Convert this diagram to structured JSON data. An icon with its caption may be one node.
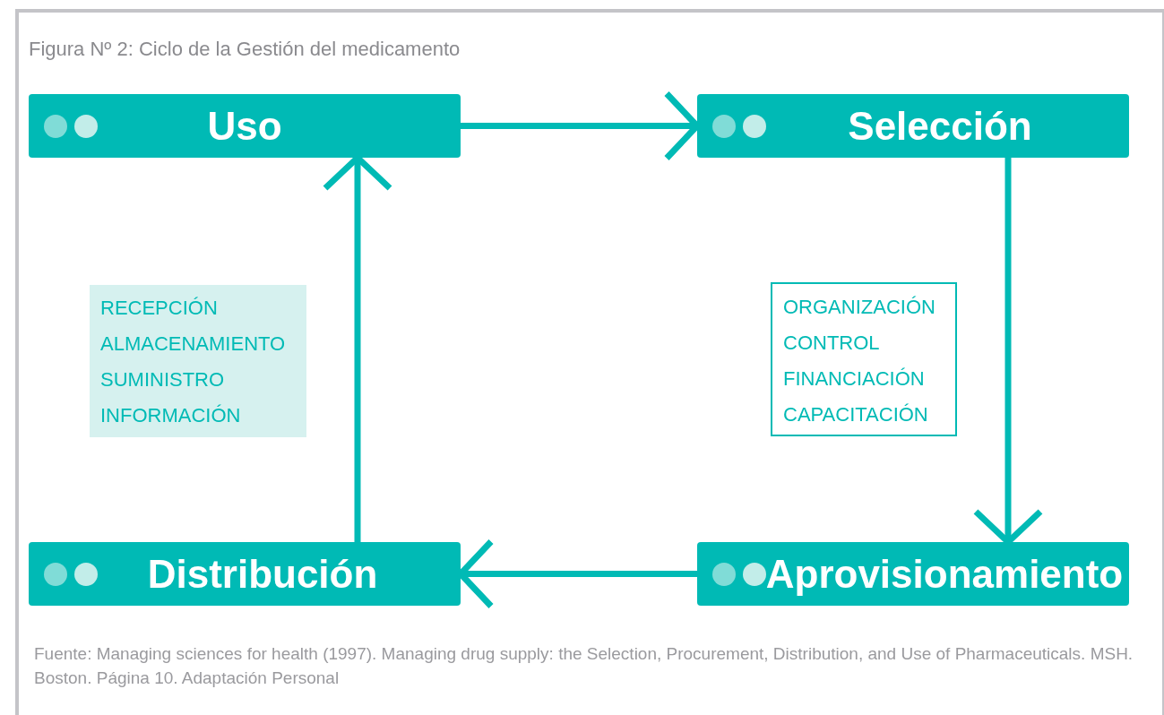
{
  "diagram": {
    "title": "Figura Nº 2: Ciclo de la Gestión del medicamento",
    "nodes": [
      {
        "text": [
          "Uso"
        ]
      },
      {
        "text": [
          "Selección"
        ]
      },
      {
        "text": [
          "RECEPCIÓN",
          "ALMACENAMIENTO",
          "SUMINISTRO",
          "INFORMACIÓN"
        ]
      },
      {
        "text": [
          "ORGANIZACIÓN",
          "CONTROL",
          "FINANCIACIÓN",
          "CAPACITACIÓN"
        ]
      },
      {
        "text": [
          "Distribución"
        ]
      },
      {
        "text": [
          "Aprovisionamiento"
        ]
      }
    ],
    "edges": [
      {
        "from": 0,
        "to": 1,
        "arrow": "to"
      },
      {
        "from": 1,
        "to": 5,
        "arrow": "to"
      },
      {
        "from": 5,
        "to": 4,
        "arrow": "to"
      },
      {
        "from": 4,
        "to": 0,
        "arrow": "to"
      }
    ],
    "caption": "Fuente: Managing sciences for health (1997). Managing drug supply: the Selection, Procurement, Distribution, and Use of Pharmaceuticals. MSH. Boston. Página 10. Adaptación Personal"
  }
}
